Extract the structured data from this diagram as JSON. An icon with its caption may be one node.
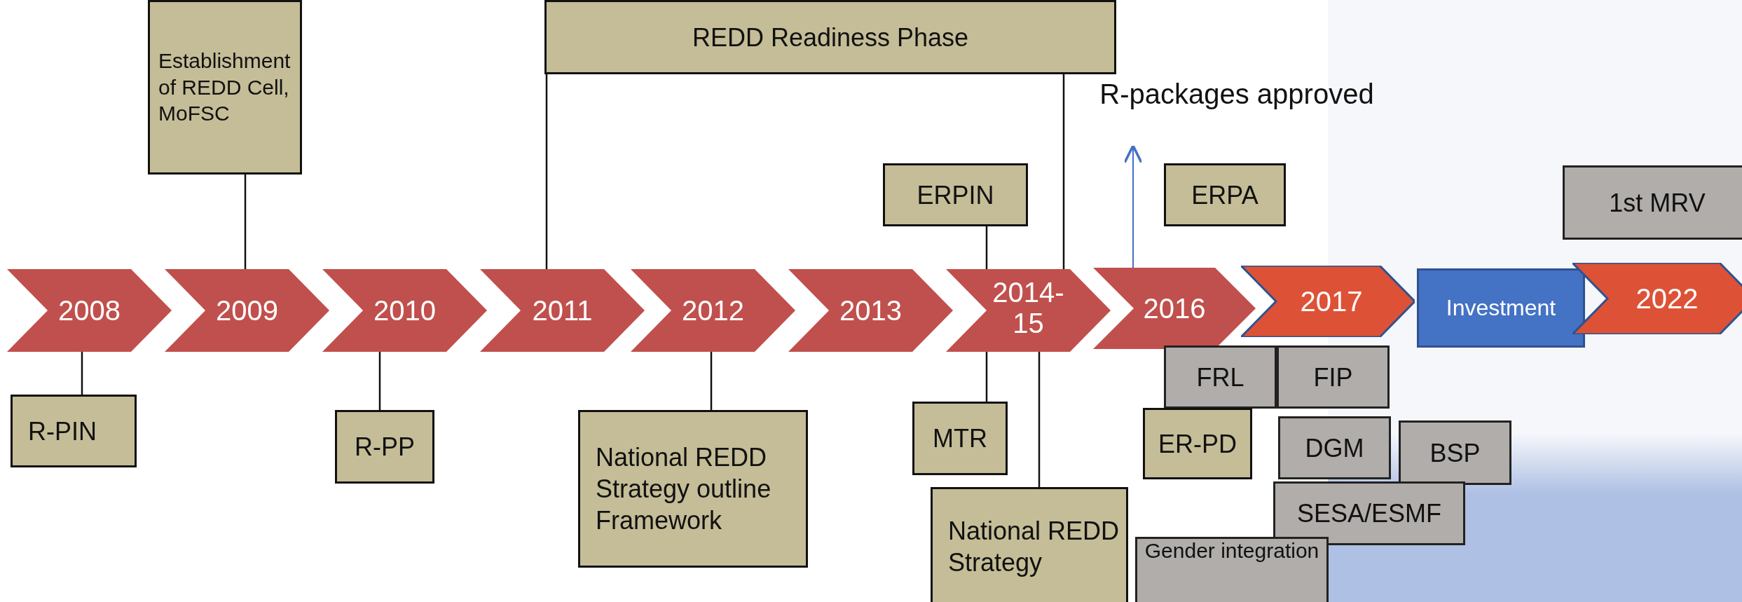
{
  "diagram": {
    "nodes": [
      {
        "text": [
          "2008"
        ]
      },
      {
        "text": [
          "2009"
        ]
      },
      {
        "text": [
          "2010"
        ]
      },
      {
        "text": [
          "2011"
        ]
      },
      {
        "text": [
          "2012"
        ]
      },
      {
        "text": [
          "2013"
        ]
      },
      {
        "text": [
          "2014-15"
        ]
      },
      {
        "text": [
          "2016"
        ]
      },
      {
        "text": [
          "2017"
        ]
      },
      {
        "text": [
          "Investment"
        ]
      },
      {
        "text": [
          "2022"
        ]
      },
      {
        "text": [
          "REDD Readiness Phase"
        ]
      },
      {
        "text": [
          "Establishment of REDD Cell, MoFSC"
        ]
      },
      {
        "text": [
          "ERPIN"
        ]
      },
      {
        "text": [
          "R-packages approved"
        ]
      },
      {
        "text": [
          "ERPA"
        ]
      },
      {
        "text": [
          "1st MRV"
        ]
      },
      {
        "text": [
          "R-PIN"
        ]
      },
      {
        "text": [
          "R-PP"
        ]
      },
      {
        "text": [
          "National REDD Strategy outline Framework"
        ]
      },
      {
        "text": [
          "MTR"
        ]
      },
      {
        "text": [
          "National REDD Strategy"
        ]
      },
      {
        "text": [
          "FRL"
        ]
      },
      {
        "text": [
          "FIP"
        ]
      },
      {
        "text": [
          "ER-PD"
        ]
      },
      {
        "text": [
          "DGM"
        ]
      },
      {
        "text": [
          "BSP"
        ]
      },
      {
        "text": [
          "SESA/ESMF"
        ]
      },
      {
        "text": [
          "Gender integration"
        ]
      }
    ],
    "edges": [
      {
        "from": 1,
        "to": 12,
        "arrow": "none"
      },
      {
        "from": 3,
        "to": 11,
        "arrow": "none"
      },
      {
        "from": 6,
        "to": 11,
        "arrow": "none"
      },
      {
        "from": 6,
        "to": 13,
        "arrow": "none"
      },
      {
        "from": 0,
        "to": 17,
        "arrow": "none"
      },
      {
        "from": 2,
        "to": 18,
        "arrow": "none"
      },
      {
        "from": 4,
        "to": 19,
        "arrow": "none"
      },
      {
        "from": 6,
        "to": 20,
        "arrow": "none"
      },
      {
        "from": 6,
        "to": 21,
        "arrow": "none"
      },
      {
        "from": 7,
        "to": 14,
        "arrow": "to",
        "color": "#4472c4"
      }
    ]
  }
}
